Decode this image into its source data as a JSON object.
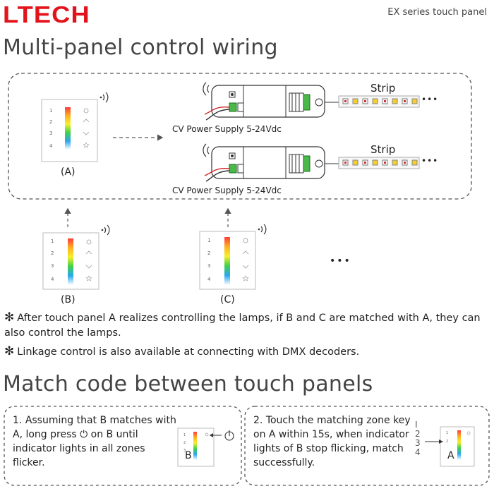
{
  "header": {
    "logo": "LTECH",
    "series": "EX series touch panel"
  },
  "section1": {
    "title": "Multi-panel control wiring",
    "panel_a_label": "(A)",
    "panel_b_label": "(B)",
    "panel_c_label": "(C)",
    "power_supply_1": "CV Power Supply  5-24Vdc",
    "power_supply_2": "CV Power Supply  5-24Vdc",
    "strip_1": "Strip",
    "strip_2": "Strip",
    "ellipsis": "•••",
    "zones": [
      "1",
      "2",
      "3",
      "4"
    ]
  },
  "notes": {
    "star": "✻",
    "note1": "After touch panel A realizes controlling the lamps, if B and C are matched with A, they can also control the lamps.",
    "note2": "Linkage control is also available at connecting with DMX decoders."
  },
  "section2": {
    "title": "Match code between touch panels",
    "step1_num": "1.",
    "step1_text": "Assuming that B matches with A, long press ⏻ on B until indicator lights in all zones flicker.",
    "step1_panel": "B",
    "step2_num": "2.",
    "step2_text": "Touch the matching zone key on A within 15s, when indicator lights of B stop flicking, match successfully.",
    "step2_panel": "A",
    "step2_zones": [
      "I",
      "2",
      "3",
      "4"
    ]
  },
  "colors": {
    "brand": "#e3131b",
    "dashed": "#555555",
    "text": "#222222"
  }
}
